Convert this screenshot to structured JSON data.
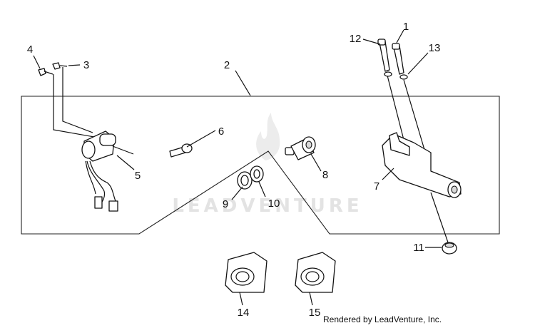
{
  "watermark": {
    "text": "LEADVENTURE"
  },
  "credit": "Rendered by LeadVenture, Inc.",
  "callouts": [
    "1",
    "2",
    "3",
    "4",
    "5",
    "6",
    "7",
    "8",
    "9",
    "10",
    "11",
    "12",
    "13",
    "14",
    "15"
  ],
  "colors": {
    "line": "#111111",
    "watermark": "#e3e3e3",
    "background": "#ffffff"
  }
}
